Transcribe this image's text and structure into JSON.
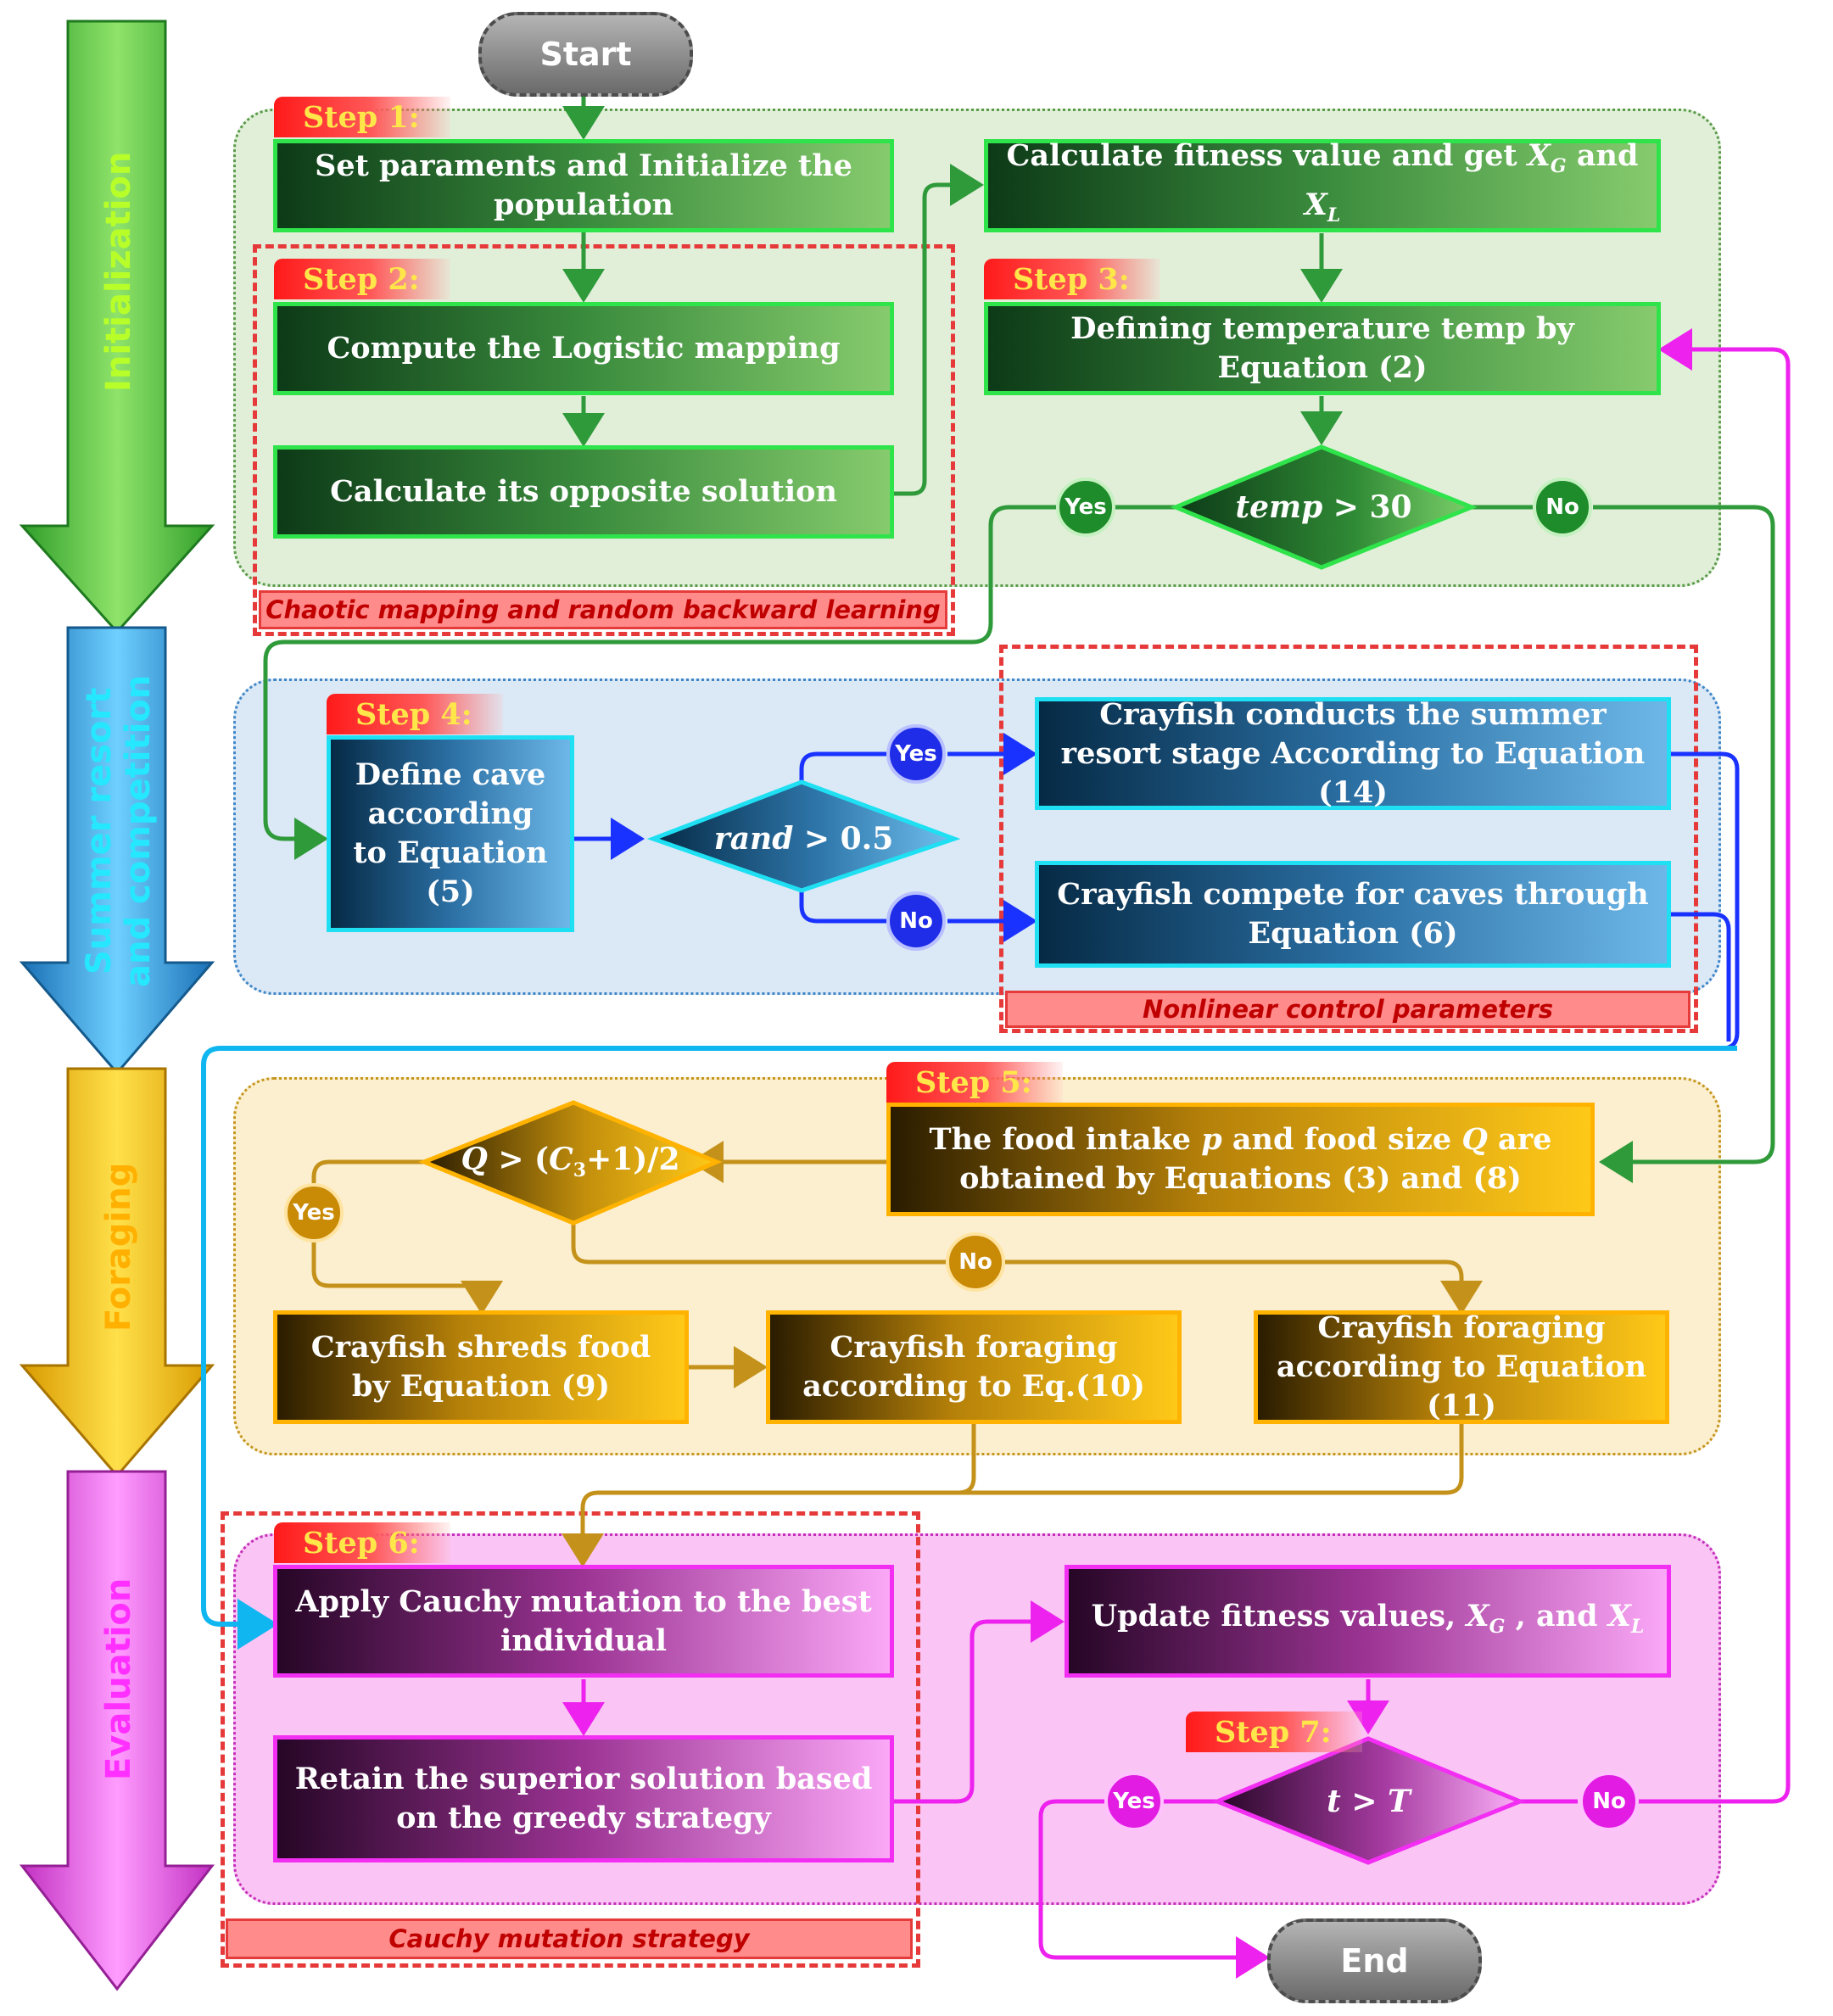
{
  "phases": {
    "initialization": "Initialization",
    "summer": "Summer resort and competition",
    "foraging": "Foraging",
    "evaluation": "Evaluation"
  },
  "terminals": {
    "start": "Start",
    "end": "End"
  },
  "steps": {
    "s1": "Step 1:",
    "s2": "Step 2:",
    "s3": "Step 3:",
    "s4": "Step 4:",
    "s5": "Step 5:",
    "s6": "Step 6:",
    "s7": "Step 7:"
  },
  "boxes": {
    "set_params": "Set paraments and Initialize the population",
    "logistic": "Compute the Logistic mapping",
    "opposite": "Calculate its opposite solution",
    "fitness_prefix": "Calculate fitness value and get ",
    "fitness_and": " and ",
    "temperature": "Defining temperature temp by Equation (2)",
    "cave": "Define cave according to Equation (5)",
    "summer_stage": "Crayfish conducts the summer resort stage According to Equation (14)",
    "compete": "Crayfish compete for caves through Equation (6)",
    "food_pre1": "The food intake ",
    "food_p": "p",
    "food_mid": " and food size ",
    "food_q": "Q",
    "food_post": " are obtained by Equations (3) and (8)",
    "shreds": "Crayfish shreds food by Equation (9)",
    "forage10": "Crayfish foraging according to Eq.(10)",
    "forage11": "Crayfish foraging according to Equation (11)",
    "cauchy": "Apply Cauchy mutation to the best individual",
    "retain": "Retain the superior solution based on the greedy strategy",
    "update_prefix": "Update fitness values, ",
    "update_mid": " , and "
  },
  "math": {
    "x": "X",
    "g": "G",
    "l": "L",
    "temp": "temp",
    "gt30": " > 30",
    "rand": "rand",
    "gt05": " > 0.5",
    "q": "Q",
    "qcond_mid": " > (",
    "c": "C",
    "three": "3",
    "qcond_end": "+1)/2",
    "t": "t",
    "gt": " > ",
    "T": "T"
  },
  "labels": {
    "yes": "Yes",
    "no": "No"
  },
  "strategies": {
    "chaotic": "Chaotic mapping and random backward learning",
    "nonlinear": "Nonlinear control parameters",
    "cauchy": "Cauchy mutation strategy"
  },
  "colors": {
    "green": "#2fe34b",
    "blue": "#1ee0f2",
    "yellow": "#ffb300",
    "purple": "#f22ef2",
    "flow_green": "#2f9a3a",
    "flow_blue": "#1a32ff",
    "flow_yellow": "#c4921a",
    "flow_purple": "#ee22ee",
    "loop_cyan": "#0fb6f0",
    "strategy_red": "#e63a3a"
  }
}
